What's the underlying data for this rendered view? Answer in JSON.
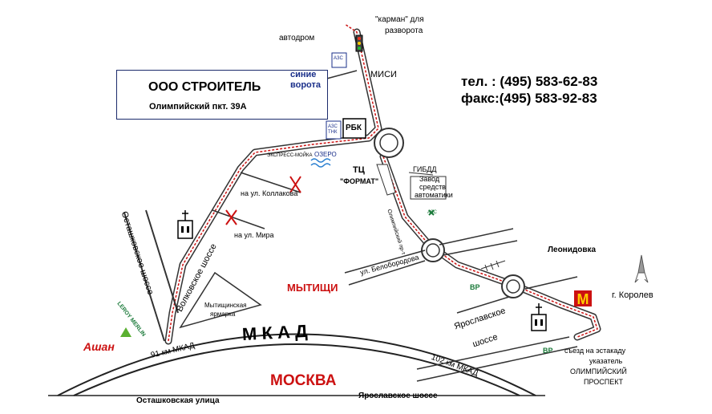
{
  "company": {
    "name": "ООО СТРОИТЕЛЬ",
    "address": "Олимпийский пкт. 39А",
    "gate_note_1": "синие",
    "gate_note_2": "ворота"
  },
  "contacts": {
    "phone": "тел. :  (495) 583-62-83",
    "fax": "факс:(495) 583-92-83"
  },
  "labels": {
    "karman_1": "\"карман\" для",
    "karman_2": "разворота",
    "avtodrom": "автодром",
    "azs": "АЗС",
    "azs_tnk_1": "АЗС",
    "azs_tnk_2": "ТНК",
    "misi": "МИСИ",
    "rbk": "РБК",
    "express_moika": "ЭКСПРЕСС-МОЙКА",
    "ozero": "ОЗЕРО",
    "tc_1": "ТЦ",
    "tc_2": "\"ФОРМАТ\"",
    "gibdd": "ГИБДД",
    "zavod_1": "Завод",
    "zavod_2": "средств",
    "zavod_3": "автоматики",
    "olympic_ave": "Олимпийский пр-т",
    "azs_small": "АЗС",
    "kollakova": "на ул. Коллакова",
    "mira": "на ул. Мира",
    "ostashkovskoe_shosse": "Осташковское шоссе",
    "volkovskoe_shosse": "Волковское шоссе",
    "belobordova": "ул. Белобородова",
    "leonidovka": "Леонидовка",
    "vr_1": "ВР",
    "vr_2": "ВР",
    "mytishchi": "МЫТИЩИ",
    "yarmarka_1": "Мытищинская",
    "yarmarka_2": "ярмарка",
    "korolev": "г. Королев",
    "yaroslavskoe_1": "Ярославское",
    "yaroslavskoe_2": "шоссе",
    "leroy": "LEROY MERLIN",
    "auchan": "Ашан",
    "mkad": "М К А Д",
    "km91": "91 км МКАД",
    "km102": "102 км МКАД",
    "moskva": "МОСКВА",
    "ostashkovskaya_ulitsa": "Осташковская улица",
    "yaroslavskoe_bottom": "Ярославское шоссе",
    "estakada_1": "съезд на эстакаду",
    "estakada_2": "указатель",
    "estakada_3": "ОЛИМПИЙСКИЙ",
    "estakada_4": "ПРОСПЕКТ"
  },
  "colors": {
    "route": "#cc1111",
    "road": "#333333",
    "blue_text": "#1a2f8a",
    "green": "#1b7a3a",
    "red_text": "#cc1111"
  }
}
